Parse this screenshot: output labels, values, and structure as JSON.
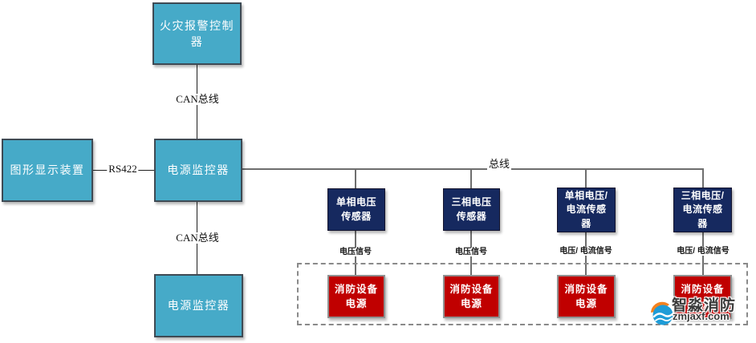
{
  "colors": {
    "teal": "#46AAC8",
    "navy": "#16295F",
    "red": "#C00000",
    "line_gray": "#6E6E6E",
    "line_dark": "#1F1F1F"
  },
  "nodes": {
    "fire_alarm_controller": "火灾报警控制器",
    "graphic_display": "图形显示装置",
    "power_monitor_mid": "电源监控器",
    "power_monitor_bottom": "电源监控器",
    "sensors": [
      "单相电压\n传感器",
      "三相电压\n传感器",
      "单相电压/\n电流传感\n器",
      "三相电压/\n电流传感\n器"
    ],
    "power_supplies": [
      "消防设备\n电源",
      "消防设备\n电源",
      "消防设备\n电源",
      "消防设备\n电源"
    ]
  },
  "edges": {
    "can_bus_top": "CAN总线",
    "rs422": "RS422",
    "can_bus_bottom": "CAN总线",
    "bus": "总线",
    "signals": [
      "电压信号",
      "电压信号",
      "电压/ 电流信号",
      "电压/ 电流信号"
    ]
  },
  "watermark": {
    "brand": "智淼消防",
    "domain": "zmjaxf.com"
  }
}
